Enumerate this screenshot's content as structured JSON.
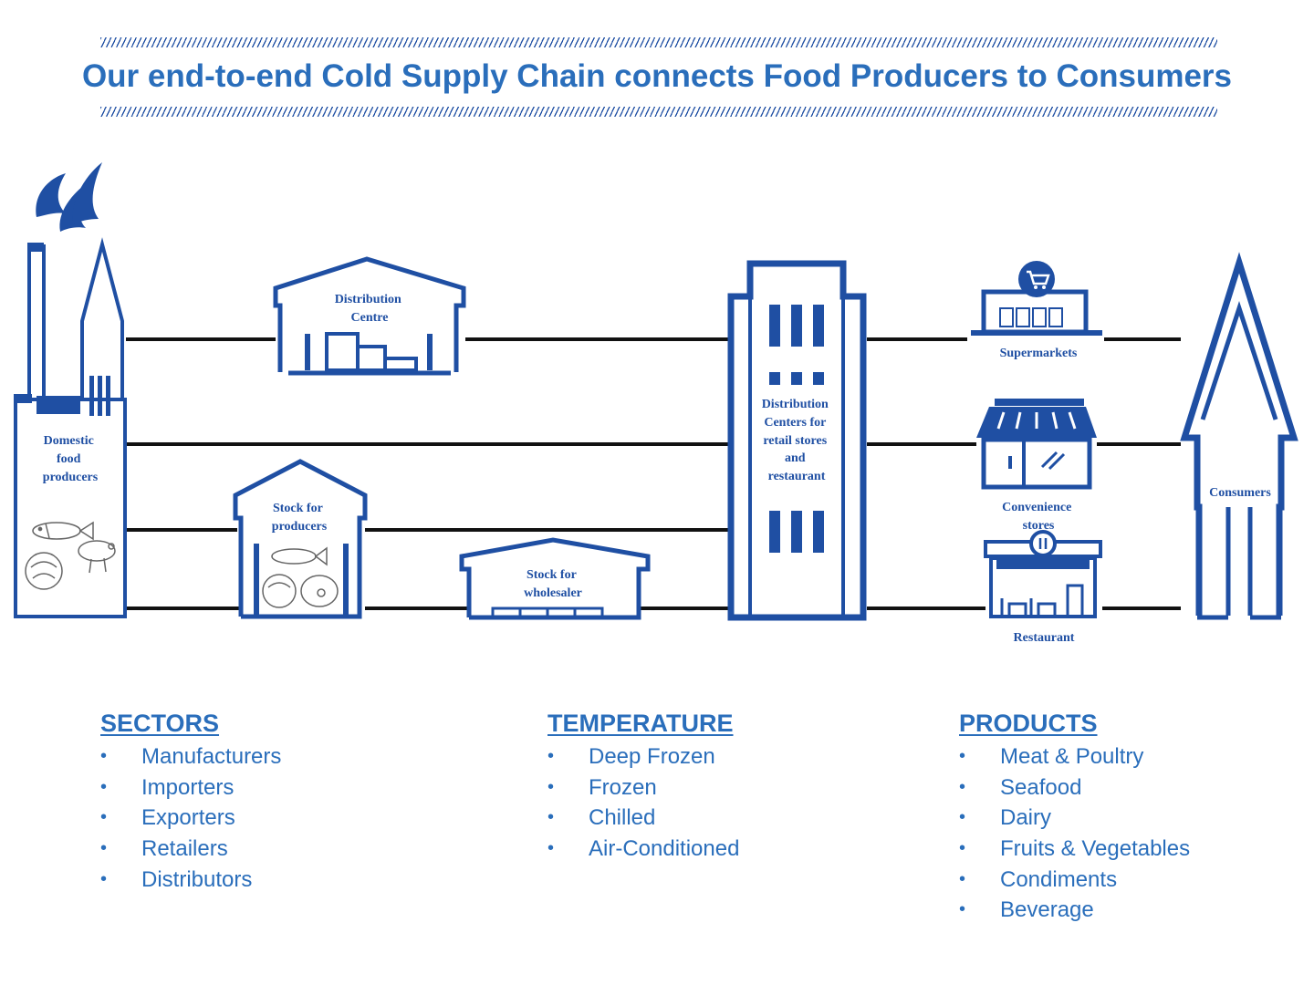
{
  "title": "Our end-to-end Cold Supply Chain connects Food Producers to Consumers",
  "nodes": {
    "producers": [
      "Domestic",
      "food",
      "producers"
    ],
    "distribution_centre": [
      "Distribution",
      "Centre"
    ],
    "stock_producers": [
      "Stock for",
      "producers"
    ],
    "stock_wholesaler": [
      "Stock for",
      "wholesaler"
    ],
    "dc_retail": [
      "Distribution",
      "Centers for",
      "retail stores",
      "and",
      "restaurant"
    ],
    "supermarkets": "Supermarkets",
    "convenience": [
      "Convenience",
      "stores"
    ],
    "restaurant": "Restaurant",
    "consumers": "Consumers"
  },
  "lists": {
    "sectors": {
      "heading": "SECTORS",
      "items": [
        "Manufacturers",
        "Importers",
        "Exporters",
        "Retailers",
        "Distributors"
      ]
    },
    "temperature": {
      "heading": "TEMPERATURE",
      "items": [
        "Deep Frozen",
        "Frozen",
        "Chilled",
        "Air-Conditioned"
      ]
    },
    "products": {
      "heading": "PRODUCTS",
      "items": [
        "Meat & Poultry",
        "Seafood",
        "Dairy",
        "Fruits & Vegetables",
        "Condiments",
        "Beverage"
      ]
    }
  },
  "colors": {
    "brand_blue": "#1f4fa3",
    "title_blue": "#2a6ebb",
    "line": "#111111"
  },
  "icons": [
    "factory-icon",
    "smoke-icon",
    "warehouse-icon",
    "tower-building-icon",
    "supermarket-icon",
    "cart-icon",
    "storefront-icon",
    "restaurant-icon",
    "person-icon",
    "fish-icon",
    "meat-icon",
    "cabbage-icon"
  ]
}
